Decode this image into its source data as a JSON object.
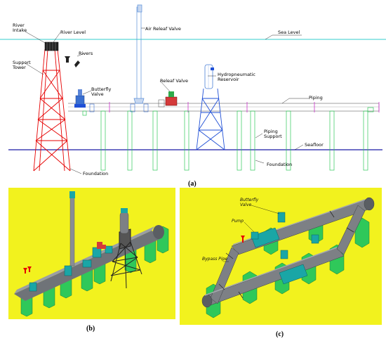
{
  "panel_a": {
    "labels": {
      "river_intake": "River\nIntake",
      "river_level": "River Level",
      "air_relief_valve": "Air Releaf Valve",
      "sea_level": "Sea Level",
      "rivers": "Rivers",
      "support_tower": "Support\nTower",
      "butterfly_valve": "Butterfly\nValve",
      "relief_valve": "Releaf Valve",
      "hydropneumatic_reservoir": "Hydropneumatic\nReservoir",
      "piping": "Piping",
      "piping_support": "Piping\nSupport",
      "seafloor": "Seafloor",
      "foundation_left": "Foundation",
      "foundation_right": "Foundation"
    },
    "caption": "(a)"
  },
  "panel_b": {
    "caption": "(b)"
  },
  "panel_c": {
    "labels": {
      "butterfly_valve": "Butterfly\nValve",
      "pump": "Pump",
      "bypass_pipe": "Bypass Pipe"
    },
    "caption": "(c)"
  },
  "colors": {
    "background_3d": "#f2f21e",
    "red_structure": "#e60000",
    "blue_structure": "#1f4fd6",
    "green_support": "#2fc85a",
    "sea_line": "#33cccc",
    "seafloor_line": "#1a1aa6",
    "pipe_gray": "#7d8085",
    "valve_teal": "#1aa6a6"
  }
}
